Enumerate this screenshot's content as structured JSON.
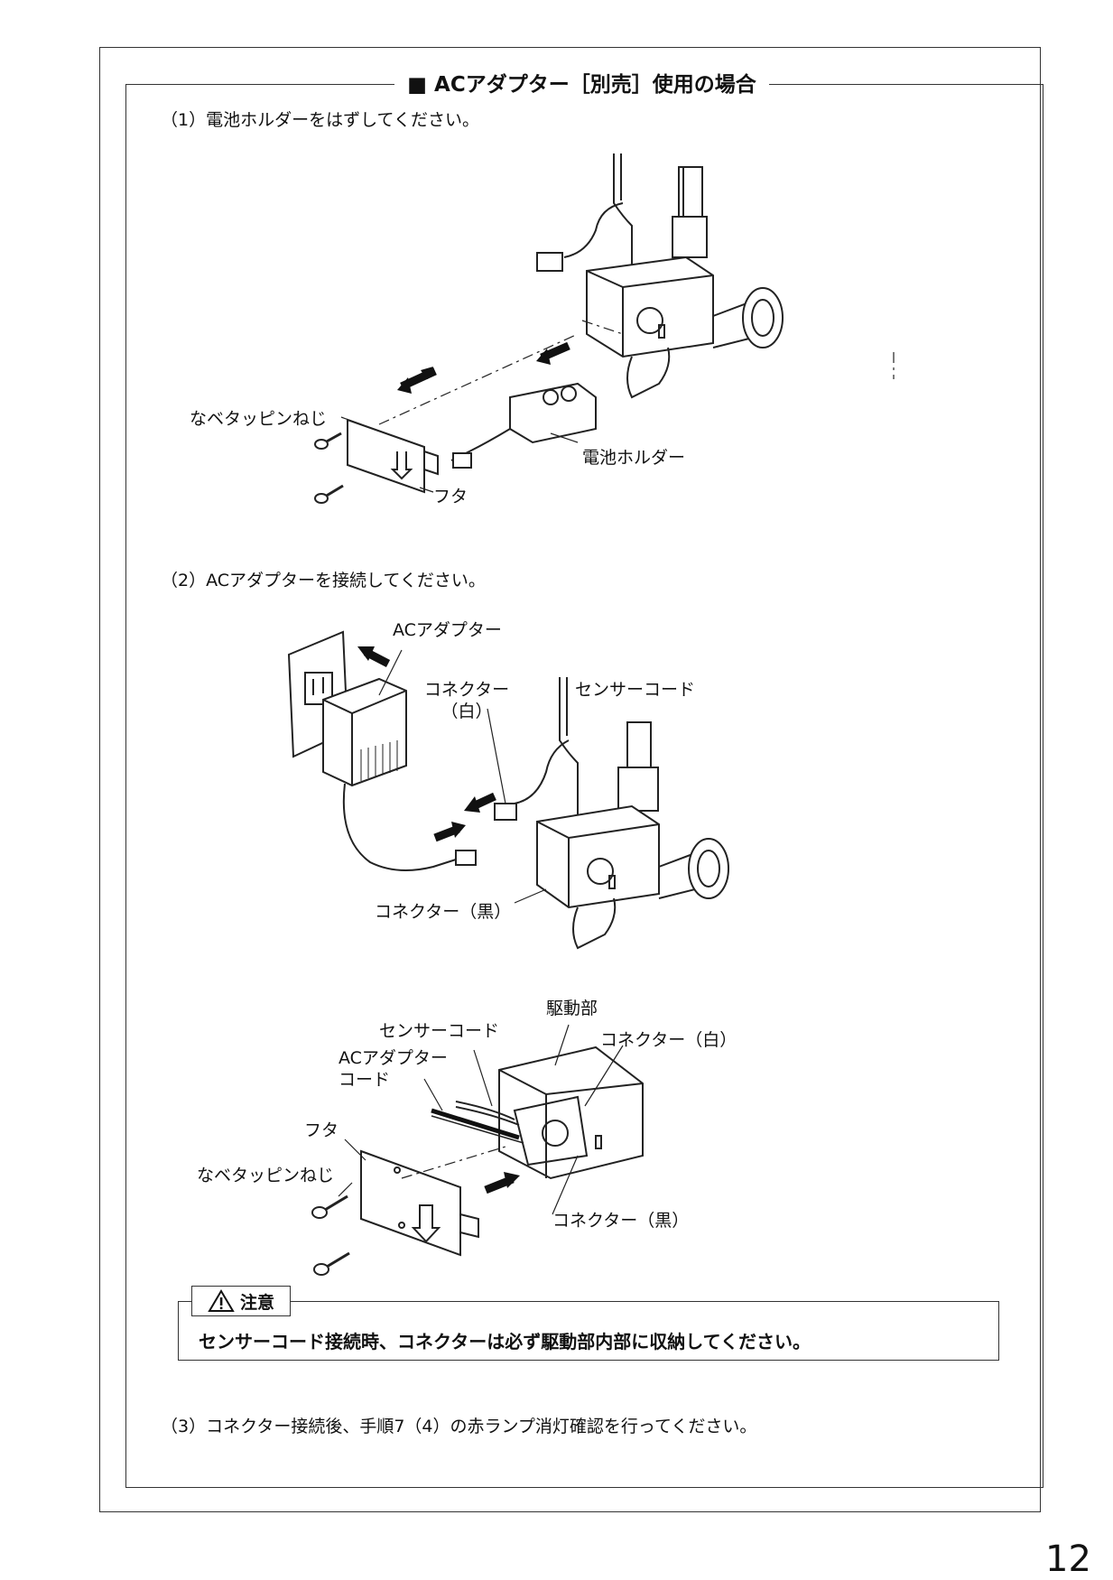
{
  "section_title": "■ ACアダプター［別売］使用の場合",
  "steps": {
    "step1": "（1）電池ホルダーをはずしてください。",
    "step2": "（2）ACアダプターを接続してください。",
    "step3": "（3）コネクター接続後、手順7（4）の赤ランプ消灯確認を行ってください。"
  },
  "figure1": {
    "screw_label": "なベタッピンねじ",
    "battery_holder_label": "電池ホルダー",
    "cover_label": "フタ"
  },
  "figure2": {
    "ac_adapter_label": "ACアダプター",
    "connector_white_line1": "コネクター",
    "connector_white_line2": "（白）",
    "sensor_cord_label": "センサーコード",
    "connector_black_label": "コネクター（黒）"
  },
  "figure3": {
    "drive_unit_label": "駆動部",
    "sensor_cord_label": "センサーコード",
    "connector_white_label": "コネクター（白）",
    "ac_cord_line1": "ACアダプター",
    "ac_cord_line2": "コード",
    "cover_label": "フタ",
    "screw_label": "なベタッピンねじ",
    "connector_black_label": "コネクター（黒）"
  },
  "caution": {
    "tag_label": "注意",
    "text": "センサーコード接続時、コネクターは必ず駆動部内部に収納してください。"
  },
  "page_number": "12"
}
